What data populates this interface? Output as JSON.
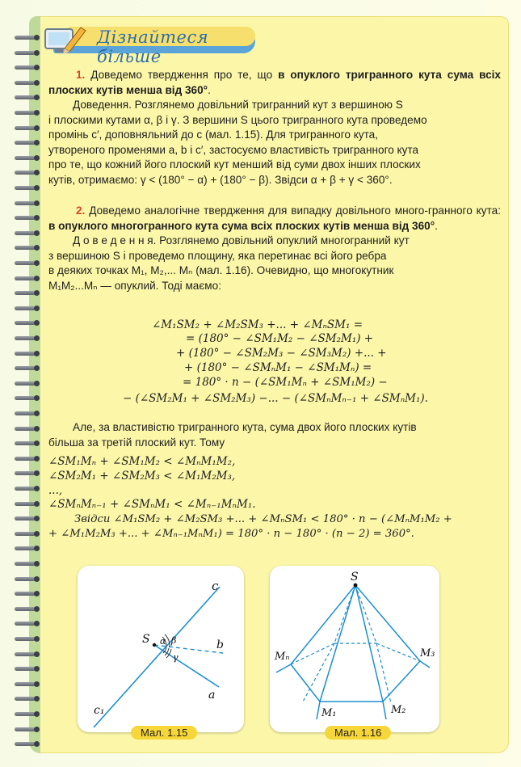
{
  "header": {
    "title": "Дізнайтеся більше",
    "icon": "monitor-pencil-icon"
  },
  "section1": {
    "number": "1.",
    "lead": "Доведемо твердження про те, що",
    "bold": "в опуклого тригранного кута сума всіх плоских кутів менша від 360°",
    "lines": [
      "Доведення. Розглянемо довільний тригранний кут з вершиною S",
      "і плоскими кутами α, β і γ. З вершини S цього тригранного кута проведемо",
      "промінь c′, доповняльний до c (мал. 1.15). Для тригранного кута,",
      "утвореного променями a, b і c′, застосуємо властивість тригранного кута",
      "про те, що кожний його плоский кут менший від суми двох інших плоских",
      "кутів, отримаємо: γ < (180° − α) + (180° − β). Звідси α + β + γ < 360°."
    ]
  },
  "section2": {
    "number": "2.",
    "lead": "Доведемо аналогічне твердження для випадку довільного много-гранного кута:",
    "bold": "в опуклого многогранного кута сума всіх плоских кутів менша від 360°",
    "lines": [
      "Д о в е д е н н я. Розглянемо довільний опуклий многогранний кут",
      "з вершиною S і проведемо площину, яка перетинає всі його ребра",
      "в деяких точках M₁, M₂,... Mₙ (мал. 1.16). Очевидно, що многокутник",
      "M₁M₂...Mₙ — опуклий. Тоді маємо:"
    ]
  },
  "equations": [
    "∠M₁SM₂ + ∠M₂SM₃ +... + ∠MₙSM₁ =",
    "= (180° − ∠SM₁M₂ − ∠SM₂M₁) +",
    "+ (180° − ∠SM₂M₃ − ∠SM₃M₂) +... +",
    "+ (180° − ∠SMₙM₁ − ∠SM₁Mₙ) =",
    "= 180° · n − (∠SM₁Mₙ + ∠SM₁M₂) −",
    "− (∠SM₂M₁ + ∠SM₂M₃) −... − (∠SMₙMₙ₋₁ + ∠SMₙM₁)."
  ],
  "paragraph3": [
    "Але, за властивістю тригранного кута, сума двох його плоских кутів",
    "більша за третій плоский кут. Тому"
  ],
  "inequalities": [
    "∠SM₁Mₙ + ∠SM₁M₂ < ∠MₙM₁M₂,",
    "∠SM₂M₁ + ∠SM₂M₃ < ∠M₁M₂M₃,",
    "...,",
    "∠SMₙMₙ₋₁ + ∠SMₙM₁ < ∠Mₙ₋₁MₙM₁."
  ],
  "conclusion": [
    "Звідси ∠M₁SM₂ + ∠M₂SM₃ +... + ∠MₙSM₁ < 180° · n − (∠MₙM₁M₂ +",
    "+ ∠M₁M₂M₃ +... + ∠Mₙ₋₁MₙM₁) = 180° · n − 180° · (n − 2) = 360°."
  ],
  "figure1": {
    "caption": "Мал. 1.15",
    "labels": {
      "c": "c",
      "c1": "c₁",
      "S": "S",
      "alpha": "α",
      "beta": "β",
      "gamma": "γ",
      "b": "b",
      "a": "a"
    }
  },
  "figure2": {
    "caption": "Мал. 1.16",
    "labels": {
      "S": "S",
      "Mn": "Mₙ",
      "M3": "M₃",
      "M1": "M₁",
      "M2": "M₂"
    }
  }
}
